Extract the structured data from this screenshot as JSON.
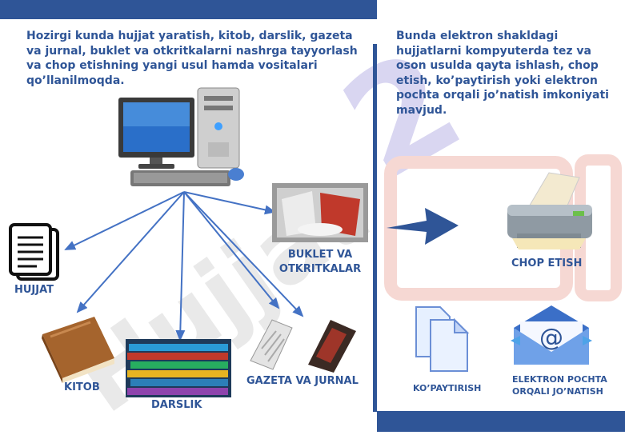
{
  "left_text": "Hozirgi kunda hujjat yaratish, kitob, darslik, gazeta va jurnal, buklet va otkritkalarni nashrga tayyorlash va chop etishning yangi usul hamda vositalari qo’llanilmoqda.",
  "right_text": "Bunda elektron shakldagi hujjatlarni kompyuterda tez va oson usulda qayta ishlash, chop etish, ko’paytirish yoki elektron pochta orqali jo’natish imkoniyati mavjud.",
  "labels": {
    "hujjat": "HUJJAT",
    "kitob": "KITOB",
    "darslik": "DARSLIK",
    "gazeta": "GAZETA VA JURNAL",
    "buklet": "BUKLET VA OTKRITKALAR",
    "chop": "CHOP ETISH",
    "kopaytirish": "KO’PAYTIRISH",
    "pochta": "ELEKTRON POCHTA ORQALI JO’NATISH"
  },
  "watermark": "Hujjat",
  "colors": {
    "accent": "#2f5597",
    "arrow": "#4472c4"
  },
  "icons": [
    "computer-icon",
    "document-icon",
    "book-icon",
    "textbooks-icon",
    "newspaper-icon",
    "booklet-icon",
    "printer-icon",
    "copy-icon",
    "email-icon",
    "arrow-right-icon"
  ]
}
